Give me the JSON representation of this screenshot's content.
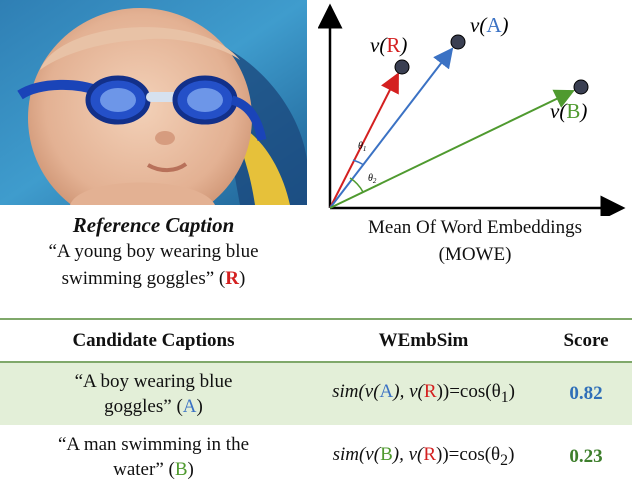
{
  "reference": {
    "title": "Reference Caption",
    "line1": "“A young boy wearing blue",
    "line2": "swimming goggles” (",
    "tag": "R",
    "close": ")"
  },
  "diagram": {
    "vectors": [
      {
        "label_pre": "v(",
        "key": "R",
        "label_post": ")",
        "color": "#d42020"
      },
      {
        "label_pre": "v(",
        "key": "A",
        "label_post": ")",
        "color": "#3b72c4"
      },
      {
        "label_pre": "v(",
        "key": "B",
        "label_post": ")",
        "color": "#4f9a2f"
      }
    ],
    "angles": [
      "θ1",
      "θ2"
    ],
    "caption_line1": "Mean Of Word Embeddings",
    "caption_line2": "(MOWE)"
  },
  "table": {
    "headers": [
      "Candidate Captions",
      "WEmbSim",
      "Score"
    ],
    "rows": [
      {
        "caption_line1": "“A boy wearing blue",
        "caption_line2": "goggles” (",
        "tag": "A",
        "sim_prefix": "sim(v(",
        "sim_mid": "), v(",
        "sim_ref": "R",
        "sim_suffix": "))=cos(θ",
        "sim_sub": "1",
        "score": "0.82"
      },
      {
        "caption_line1": "“A man swimming in the",
        "caption_line2": "water” (",
        "tag": "B",
        "sim_prefix": "sim(v(",
        "sim_mid": "), v(",
        "sim_ref": "R",
        "sim_suffix": "))=cos(θ",
        "sim_sub": "2",
        "score": "0.23"
      }
    ]
  },
  "colors": {
    "red": "#d42020",
    "blue": "#3b72c4",
    "green": "#4f9a2f",
    "row_shade": "#e3efd8"
  }
}
